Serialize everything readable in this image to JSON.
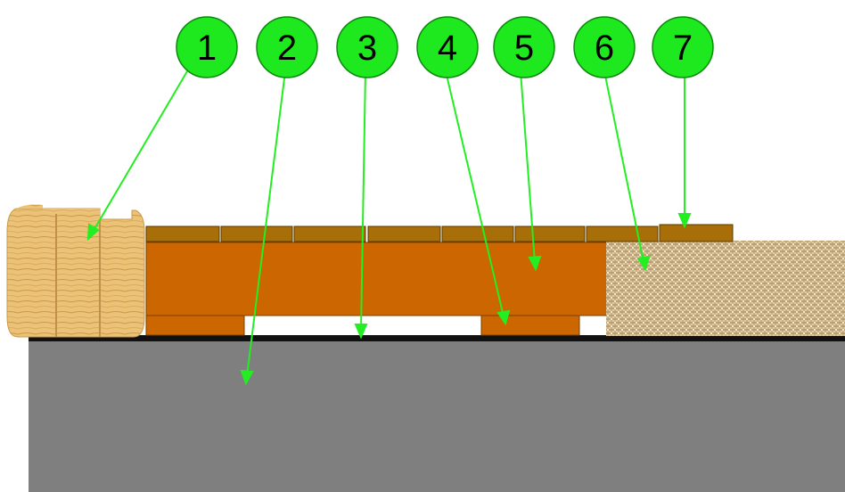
{
  "colors": {
    "background": "#ffffff",
    "callout_fill": "#1ee81e",
    "callout_stroke": "#0a8a0a",
    "leader_line": "#22ee22",
    "concrete_slab": "#7f7f7f",
    "membrane": "#111111",
    "joist": "#cc6600",
    "lag": "#cc6600",
    "floor_board": "#a86e08",
    "insulation": "#d8c6a0",
    "log_wood": "#e9c070"
  },
  "callouts": [
    {
      "label": "1",
      "target": "log-wall"
    },
    {
      "label": "2",
      "target": "concrete-slab"
    },
    {
      "label": "3",
      "target": "waterproof-membrane"
    },
    {
      "label": "4",
      "target": "lag-shim"
    },
    {
      "label": "5",
      "target": "joist"
    },
    {
      "label": "6",
      "target": "insulation"
    },
    {
      "label": "7",
      "target": "floor-board"
    }
  ]
}
